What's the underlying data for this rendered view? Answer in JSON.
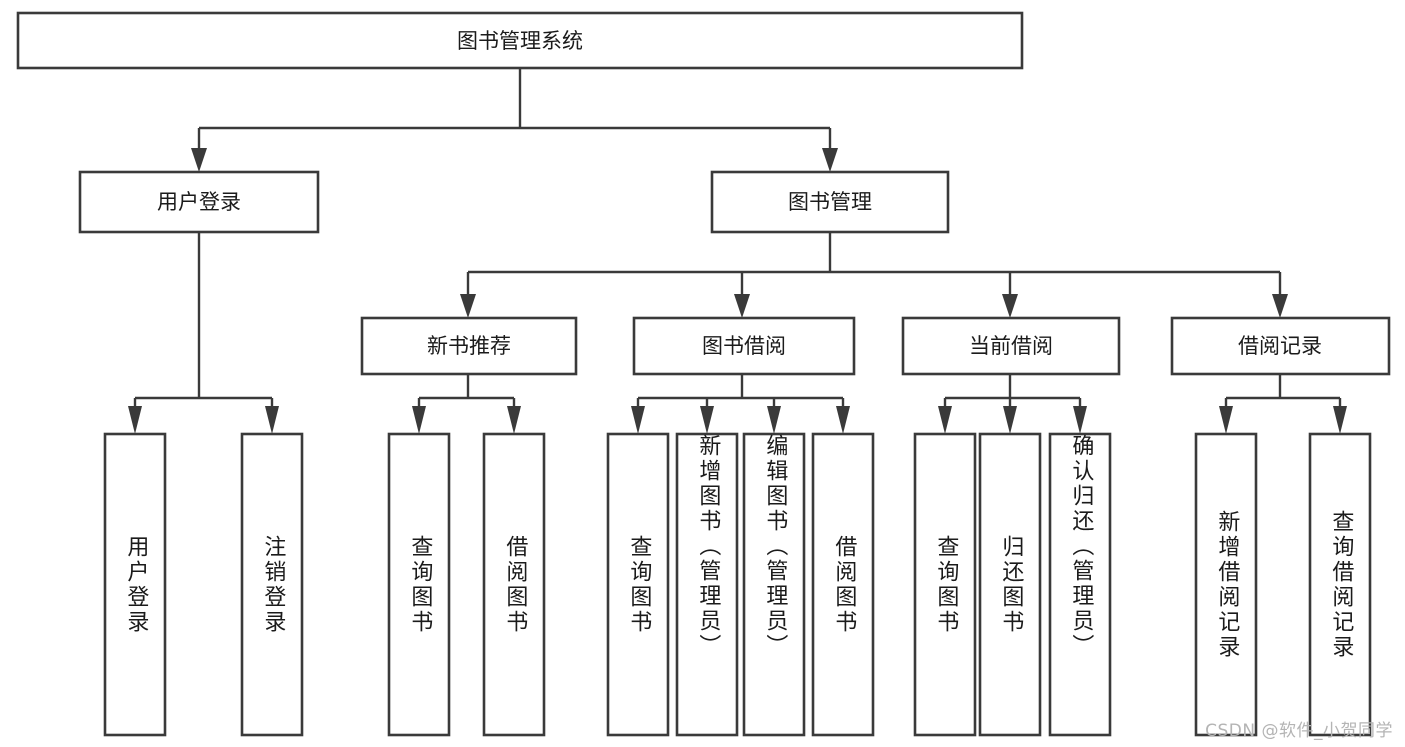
{
  "diagram": {
    "title": "图书管理系统",
    "type": "tree",
    "orientation": "top-down",
    "colors": {
      "background": "#ffffff",
      "box_stroke": "#3a3a3a",
      "box_fill": "#ffffff",
      "text": "#1b1b1b",
      "watermark": "#b4b4b4"
    },
    "root": {
      "id": "root",
      "label": "图书管理系统",
      "text_orientation": "horizontal"
    },
    "level2": [
      {
        "id": "user-login",
        "label": "用户登录",
        "text_orientation": "horizontal"
      },
      {
        "id": "book-manage",
        "label": "图书管理",
        "text_orientation": "horizontal"
      }
    ],
    "level3": [
      {
        "id": "new-book-recommend",
        "label": "新书推荐",
        "parent": "book-manage",
        "text_orientation": "horizontal"
      },
      {
        "id": "book-borrow",
        "label": "图书借阅",
        "parent": "book-manage",
        "text_orientation": "horizontal"
      },
      {
        "id": "current-borrow",
        "label": "当前借阅",
        "parent": "book-manage",
        "text_orientation": "horizontal"
      },
      {
        "id": "borrow-record",
        "label": "借阅记录",
        "parent": "book-manage",
        "text_orientation": "horizontal"
      }
    ],
    "leaves": [
      {
        "id": "leaf-user-login",
        "label": "用户登录",
        "parent": "user-login",
        "text_orientation": "vertical"
      },
      {
        "id": "leaf-user-logout",
        "label": "注销登录",
        "parent": "user-login",
        "text_orientation": "vertical"
      },
      {
        "id": "leaf-query-book-1",
        "label": "查询图书",
        "parent": "new-book-recommend",
        "text_orientation": "vertical"
      },
      {
        "id": "leaf-borrow-book-1",
        "label": "借阅图书",
        "parent": "new-book-recommend",
        "text_orientation": "vertical"
      },
      {
        "id": "leaf-query-book-2",
        "label": "查询图书",
        "parent": "book-borrow",
        "text_orientation": "vertical"
      },
      {
        "id": "leaf-add-book",
        "label": "新增图书（管理员）",
        "parent": "book-borrow",
        "text_orientation": "vertical"
      },
      {
        "id": "leaf-edit-book",
        "label": "编辑图书（管理员）",
        "parent": "book-borrow",
        "text_orientation": "vertical"
      },
      {
        "id": "leaf-borrow-book-2",
        "label": "借阅图书",
        "parent": "book-borrow",
        "text_orientation": "vertical"
      },
      {
        "id": "leaf-query-book-3",
        "label": "查询图书",
        "parent": "current-borrow",
        "text_orientation": "vertical"
      },
      {
        "id": "leaf-return-book",
        "label": "归还图书",
        "parent": "current-borrow",
        "text_orientation": "vertical"
      },
      {
        "id": "leaf-confirm-return",
        "label": "确认归还（管理员）",
        "parent": "current-borrow",
        "text_orientation": "vertical"
      },
      {
        "id": "leaf-add-record",
        "label": "新增借阅记录",
        "parent": "borrow-record",
        "text_orientation": "vertical"
      },
      {
        "id": "leaf-query-record",
        "label": "查询借阅记录",
        "parent": "borrow-record",
        "text_orientation": "vertical"
      }
    ],
    "watermark": "CSDN @软件_小贺同学"
  }
}
